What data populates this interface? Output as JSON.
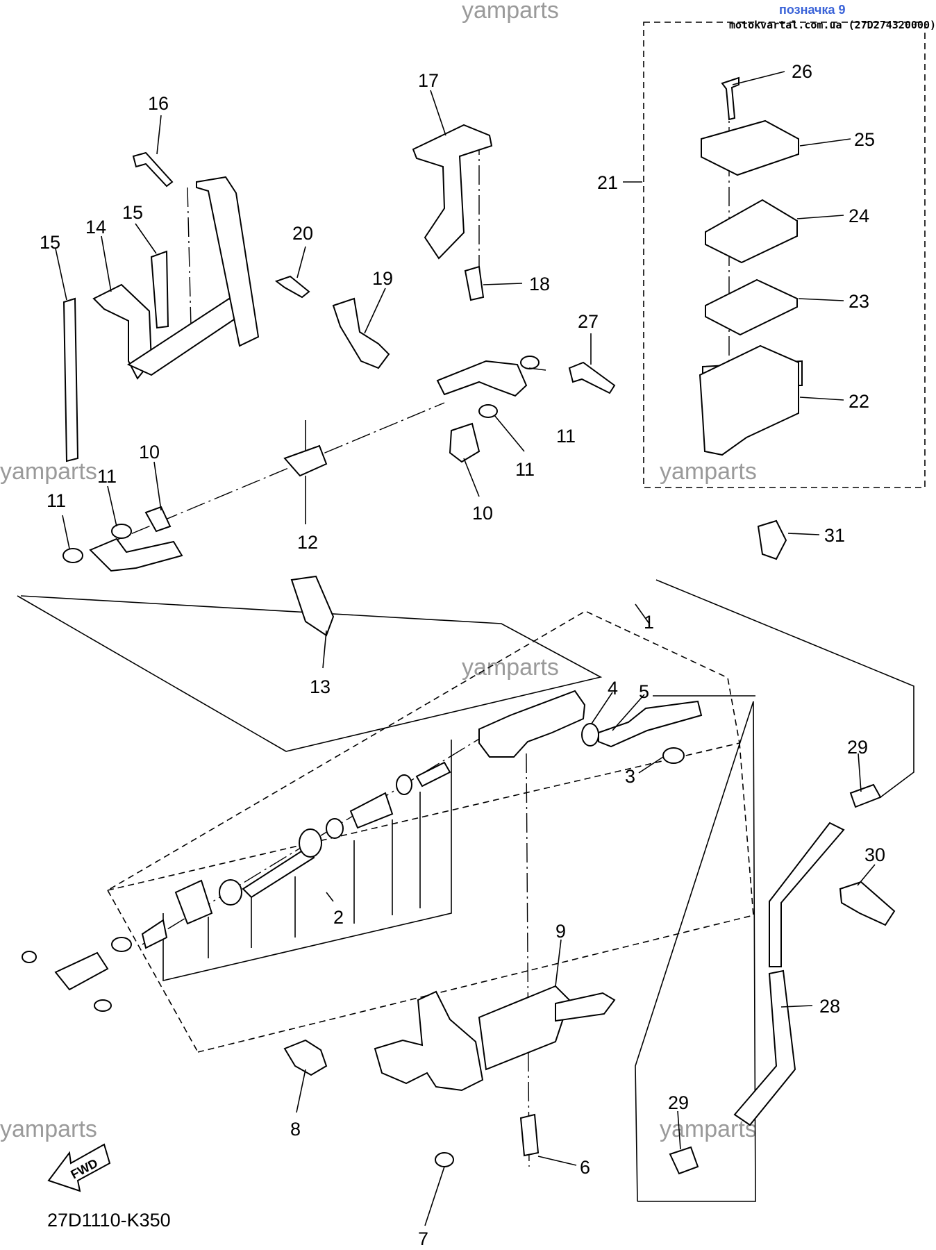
{
  "header": {
    "badge": "позначка 9",
    "source": "motokvartal.com.ua (27D274320000)"
  },
  "watermarks": [
    "yamparts",
    "yamparts",
    "yamparts",
    "yamparts",
    "yamparts",
    "yamparts"
  ],
  "footer": {
    "diagram_code": "27D1110-K350"
  },
  "fwd_arrow": {
    "label": "FWD"
  },
  "callouts": {
    "c1": "1",
    "c2": "2",
    "c3": "3",
    "c4": "4",
    "c5": "5",
    "c6": "6",
    "c7": "7",
    "c8": "8",
    "c9": "9",
    "c10a": "10",
    "c10b": "10",
    "c11a": "11",
    "c11b": "11",
    "c11c": "11",
    "c11d": "11",
    "c12": "12",
    "c13": "13",
    "c14": "14",
    "c15a": "15",
    "c15b": "15",
    "c16": "16",
    "c17": "17",
    "c18": "18",
    "c19": "19",
    "c20": "20",
    "c21": "21",
    "c22": "22",
    "c23": "23",
    "c24": "24",
    "c25": "25",
    "c26": "26",
    "c27": "27",
    "c28": "28",
    "c29a": "29",
    "c29b": "29",
    "c30": "30",
    "c31": "31"
  }
}
